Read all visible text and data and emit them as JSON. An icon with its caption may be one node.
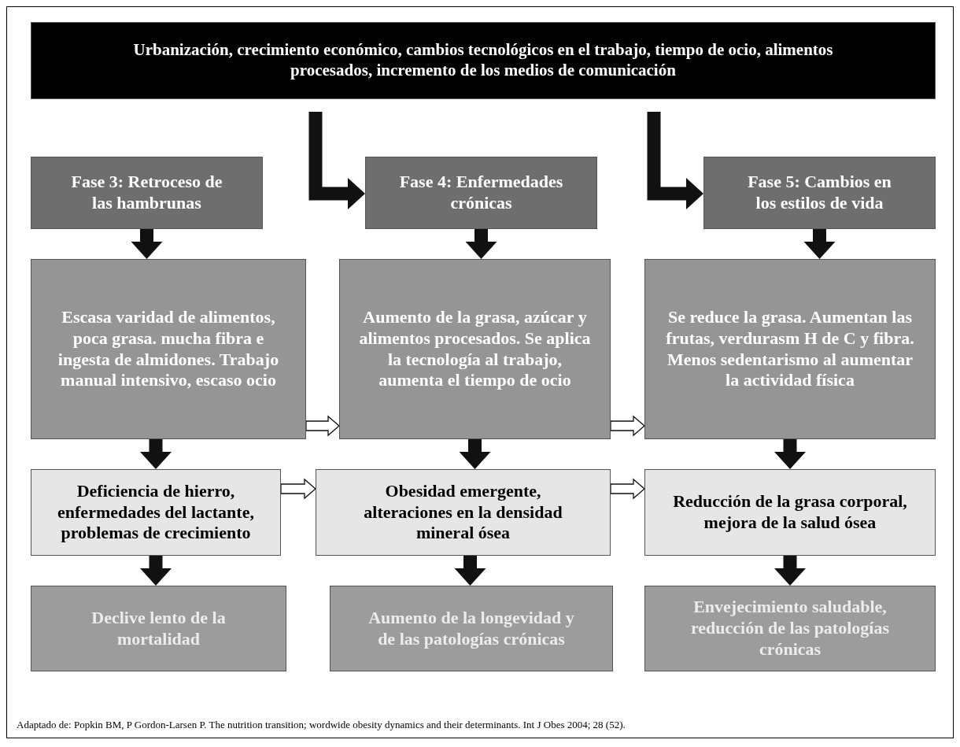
{
  "diagram": {
    "caption": "Adaptado de: Popkin BM, P Gordon-Larsen P. The nutrition transition; wordwide obesity dynamics and their determinants. Int J Obes 2004; 28 (52).",
    "nodes": [
      {
        "text": [
          "Urbanización, crecimiento económico, cambios tecnológicos en el trabajo, tiempo de ocio, alimentos procesados, incremento de los medios de comunicación"
        ]
      },
      {
        "text": [
          "Fase 3: Retroceso de las hambrunas"
        ]
      },
      {
        "text": [
          "Fase 4: Enfermedades crónicas"
        ]
      },
      {
        "text": [
          "Fase 5: Cambios en los estilos de vida"
        ]
      },
      {
        "text": [
          "Escasa varidad de alimentos, poca grasa. mucha fibra e ingesta de almidones. Trabajo manual intensivo, escaso ocio"
        ]
      },
      {
        "text": [
          "Aumento de la grasa, azúcar y alimentos procesados. Se aplica la tecnología al trabajo, aumenta el tiempo de ocio"
        ]
      },
      {
        "text": [
          "Se reduce la grasa. Aumentan las frutas, verdurasm H de C y fibra. Menos sedentarismo al aumentar la actividad física"
        ]
      },
      {
        "text": [
          "Deficiencia de hierro, enfermedades del lactante, problemas de crecimiento"
        ]
      },
      {
        "text": [
          "Obesidad emergente, alteraciones en la densidad mineral ósea"
        ]
      },
      {
        "text": [
          "Reducción de la grasa corporal, mejora de la salud ósea"
        ]
      },
      {
        "text": [
          "Declive lento de la mortalidad"
        ]
      },
      {
        "text": [
          "Aumento de la longevidad y de las patologías crónicas"
        ]
      },
      {
        "text": [
          "Envejecimiento saludable, reducción de las patologías crónicas"
        ]
      }
    ],
    "edges": [
      {
        "from": 0,
        "to": 2,
        "arrow": "to"
      },
      {
        "from": 0,
        "to": 3,
        "arrow": "to"
      },
      {
        "from": 1,
        "to": 4,
        "arrow": "to"
      },
      {
        "from": 2,
        "to": 5,
        "arrow": "to"
      },
      {
        "from": 3,
        "to": 6,
        "arrow": "to"
      },
      {
        "from": 4,
        "to": 5,
        "arrow": "to",
        "color": "#ffffff"
      },
      {
        "from": 5,
        "to": 6,
        "arrow": "to",
        "color": "#ffffff"
      },
      {
        "from": 4,
        "to": 7,
        "arrow": "to"
      },
      {
        "from": 5,
        "to": 8,
        "arrow": "to"
      },
      {
        "from": 6,
        "to": 9,
        "arrow": "to"
      },
      {
        "from": 7,
        "to": 8,
        "arrow": "to",
        "color": "#ffffff"
      },
      {
        "from": 8,
        "to": 9,
        "arrow": "to",
        "color": "#ffffff"
      },
      {
        "from": 7,
        "to": 10,
        "arrow": "to"
      },
      {
        "from": 8,
        "to": 11,
        "arrow": "to"
      },
      {
        "from": 9,
        "to": 12,
        "arrow": "to"
      }
    ]
  }
}
